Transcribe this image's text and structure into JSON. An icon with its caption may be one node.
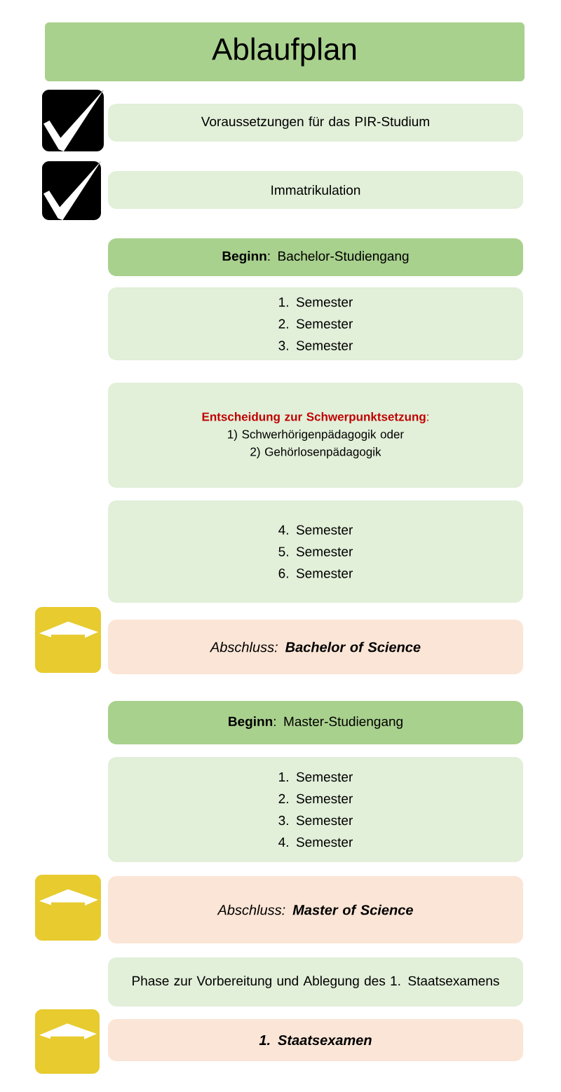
{
  "diagram": {
    "title": "Ablaufplan",
    "nodes": [
      {
        "text": [
          "Voraussetzungen für das PIR-Studium"
        ]
      },
      {
        "text": [
          "Immatrikulation"
        ]
      },
      {
        "text": [
          "**Beginn**: Bachelor-Studiengang"
        ]
      },
      {
        "text": [
          "1. Semester",
          "2. Semester",
          "3. Semester"
        ]
      },
      {
        "text": [
          "**Entscheidung zur Schwerpunktsetzung**:",
          "1) Schwerhörigenpädagogik oder",
          "2) Gehörlosenpädagogik"
        ]
      },
      {
        "text": [
          "4. Semester",
          "5. Semester",
          "6. Semester"
        ]
      },
      {
        "text": [
          "Abschluss: **Bachelor of Science**"
        ]
      },
      {
        "text": [
          "**Beginn**: Master-Studiengang"
        ]
      },
      {
        "text": [
          "1. Semester",
          "2. Semester",
          "3. Semester",
          "4. Semester"
        ]
      },
      {
        "text": [
          "Abschluss: **Master of Science**"
        ]
      },
      {
        "text": [
          "Phase zur Vorbereitung und Ablegung des 1. Staatsexamens"
        ]
      },
      {
        "text": [
          "1. Staatsexamen"
        ]
      }
    ]
  }
}
